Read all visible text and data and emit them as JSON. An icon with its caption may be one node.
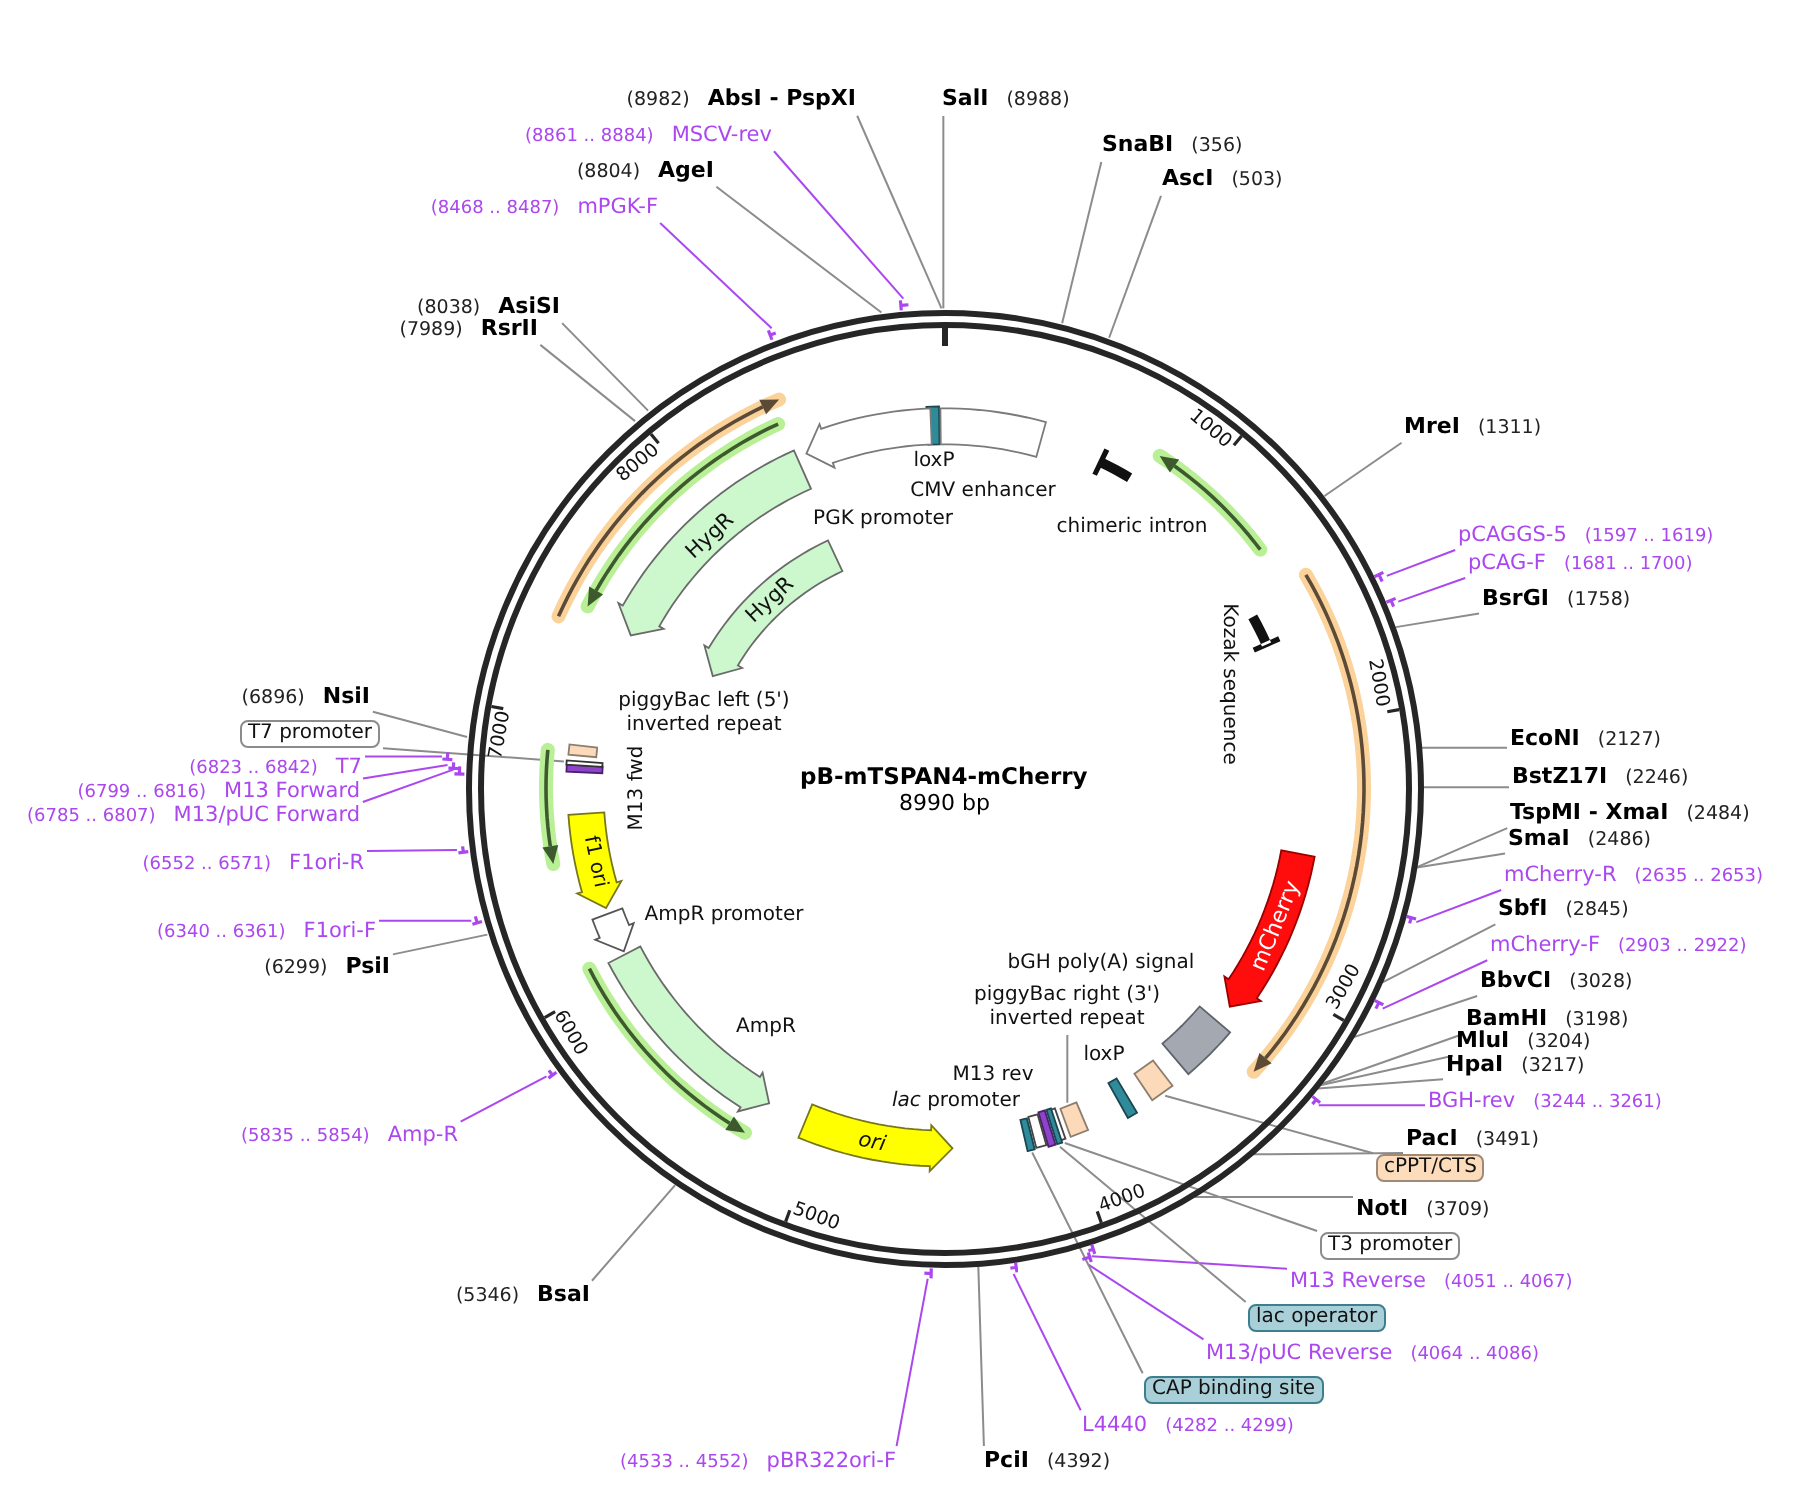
{
  "diagram": {
    "nodes": [
      {
        "text": [
          "pB-mTSPAN4-mCherry",
          "8990 bp"
        ]
      },
      {
        "text": [
          "loxP"
        ],
        "in": 0
      },
      {
        "text": [
          "CMV enhancer"
        ],
        "in": 0
      },
      {
        "text": [
          "chimeric intron"
        ],
        "in": 0
      },
      {
        "text": [
          "Kozak sequence"
        ],
        "in": 0
      },
      {
        "text": [
          "mCherry"
        ],
        "in": 0
      },
      {
        "text": [
          "bGH poly(A) signal"
        ],
        "in": 0
      },
      {
        "text": [],
        "shape": "box",
        "in": 0
      },
      {
        "text": [
          "loxP"
        ],
        "in": 0
      },
      {
        "text": [
          "piggyBac right (3') inverted repeat"
        ],
        "in": 0
      },
      {
        "text": [],
        "shape": "box",
        "in": 0
      },
      {
        "text": [],
        "shape": "box",
        "in": 0
      },
      {
        "text": [
          "M13 rev"
        ],
        "in": 0
      },
      {
        "text": [
          "*lac* promoter"
        ],
        "in": 0
      },
      {
        "text": [],
        "shape": "box",
        "in": 0
      },
      {
        "text": [
          "ori"
        ],
        "in": 0
      },
      {
        "text": [
          "AmpR"
        ],
        "in": 0
      },
      {
        "text": [
          "AmpR promoter"
        ],
        "in": 0
      },
      {
        "text": [
          "f1 ori"
        ],
        "in": 0
      },
      {
        "text": [
          "M13 fwd"
        ],
        "in": 0
      },
      {
        "text": [],
        "shape": "box",
        "in": 0
      },
      {
        "text": [
          "piggyBac left (5') inverted repeat"
        ],
        "in": 0
      },
      {
        "text": [
          "HygR"
        ],
        "in": 0
      },
      {
        "text": [
          "HygR"
        ],
        "in": 0
      },
      {
        "text": [
          "PGK promoter"
        ],
        "in": 0
      },
      {
        "text": [
          "SalI",
          "(8988)"
        ]
      },
      {
        "text": [
          "SnaBI",
          "(356)"
        ]
      },
      {
        "text": [
          "AscI",
          "(503)"
        ]
      },
      {
        "text": [
          "MreI",
          "(1311)"
        ]
      },
      {
        "text": [
          "pCAGGS-5",
          "(1597 .. 1619)"
        ]
      },
      {
        "text": [
          "pCAG-F",
          "(1681 .. 1700)"
        ]
      },
      {
        "text": [
          "BsrGI",
          "(1758)"
        ]
      },
      {
        "text": [
          "EcoNI",
          "(2127)"
        ]
      },
      {
        "text": [
          "BstZ17I",
          "(2246)"
        ]
      },
      {
        "text": [
          "TspMI - XmaI",
          "(2484)"
        ]
      },
      {
        "text": [
          "SmaI",
          "(2486)"
        ]
      },
      {
        "text": [
          "mCherry-R",
          "(2635 .. 2653)"
        ]
      },
      {
        "text": [
          "SbfI",
          "(2845)"
        ]
      },
      {
        "text": [
          "mCherry-F",
          "(2903 .. 2922)"
        ]
      },
      {
        "text": [
          "BbvCI",
          "(3028)"
        ]
      },
      {
        "text": [
          "BamHI",
          "(3198)"
        ]
      },
      {
        "text": [
          "MluI",
          "(3204)"
        ]
      },
      {
        "text": [
          "HpaI",
          "(3217)"
        ]
      },
      {
        "text": [
          "BGH-rev",
          "(3244 .. 3261)"
        ]
      },
      {
        "text": [
          "PacI",
          "(3491)"
        ]
      },
      {
        "text": [
          "cPPT/CTS"
        ]
      },
      {
        "text": [
          "NotI",
          "(3709)"
        ]
      },
      {
        "text": [
          "T3 promoter"
        ]
      },
      {
        "text": [
          "M13 Reverse",
          "(4051 .. 4067)"
        ]
      },
      {
        "text": [
          "lac operator"
        ]
      },
      {
        "text": [
          "M13/pUC Reverse",
          "(4064 .. 4086)"
        ]
      },
      {
        "text": [
          "CAP binding site"
        ]
      },
      {
        "text": [
          "L4440",
          "(4282 .. 4299)"
        ]
      },
      {
        "text": [
          "PciI",
          "(4392)"
        ]
      },
      {
        "text": [
          "(4533 .. 4552)",
          "pBR322ori-F"
        ]
      },
      {
        "text": [
          "(5346)",
          "BsaI"
        ]
      },
      {
        "text": [
          "(5835 .. 5854)",
          "Amp-R"
        ]
      },
      {
        "text": [
          "(6299)",
          "PsiI"
        ]
      },
      {
        "text": [
          "(6340 .. 6361)",
          "F1ori-F"
        ]
      },
      {
        "text": [
          "(6552 .. 6571)",
          "F1ori-R"
        ]
      },
      {
        "text": [
          "(6785 .. 6807)",
          "M13/pUC Forward"
        ]
      },
      {
        "text": [
          "(6799 .. 6816)",
          "M13 Forward"
        ]
      },
      {
        "text": [
          "(6823 .. 6842)",
          "T7"
        ]
      },
      {
        "text": [
          "T7 promoter"
        ]
      },
      {
        "text": [
          "(6896)",
          "NsiI"
        ]
      },
      {
        "text": [
          "(7989)",
          "RsrII"
        ]
      },
      {
        "text": [
          "(8038)",
          "AsiSI"
        ]
      },
      {
        "text": [
          "(8468 .. 8487)",
          "mPGK-F"
        ]
      },
      {
        "text": [
          "(8804)",
          "AgeI"
        ]
      },
      {
        "text": [
          "(8861 .. 8884)",
          "MSCV-rev"
        ]
      },
      {
        "text": [
          "(8982)",
          "AbsI - PspXI"
        ]
      },
      {
        "text": [],
        "shape": "bar"
      },
      {
        "text": [],
        "shape": "bar"
      },
      {
        "text": [],
        "shape": "bar"
      },
      {
        "text": [],
        "shape": "bar"
      },
      {
        "text": [],
        "shape": "bar"
      },
      {
        "text": [],
        "shape": "bar"
      },
      {
        "text": [],
        "shape": "bar"
      },
      {
        "text": [],
        "shape": "bar"
      },
      {
        "text": [],
        "shape": "bar"
      },
      {
        "text": [],
        "shape": "bar"
      },
      {
        "text": [],
        "shape": "bar"
      },
      {
        "text": [],
        "shape": "bar"
      },
      {
        "text": [],
        "shape": "bar"
      },
      {
        "text": [],
        "shape": "bar"
      },
      {
        "text": [],
        "shape": "bar"
      },
      {
        "text": [],
        "shape": "bar"
      },
      {
        "text": [],
        "shape": "bar"
      },
      {
        "text": [],
        "shape": "box",
        "in": 0
      }
    ],
    "edges": [
      {
        "from": 25,
        "to": 0,
        "arrow": "none"
      },
      {
        "from": 26,
        "to": 0,
        "arrow": "none"
      },
      {
        "from": 27,
        "to": 0,
        "arrow": "none"
      },
      {
        "from": 28,
        "to": 0,
        "arrow": "none"
      },
      {
        "from": 29,
        "to": 73,
        "arrow": "none",
        "color": "#ab47ef"
      },
      {
        "from": 30,
        "to": 74,
        "arrow": "none",
        "color": "#ab47ef"
      },
      {
        "from": 31,
        "to": 0,
        "arrow": "none"
      },
      {
        "from": 32,
        "to": 0,
        "arrow": "none"
      },
      {
        "from": 33,
        "to": 0,
        "arrow": "none"
      },
      {
        "from": 34,
        "to": 0,
        "arrow": "none"
      },
      {
        "from": 35,
        "to": 0,
        "arrow": "none"
      },
      {
        "from": 36,
        "to": 80,
        "arrow": "none",
        "color": "#ab47ef"
      },
      {
        "from": 37,
        "to": 0,
        "arrow": "none"
      },
      {
        "from": 38,
        "to": 81,
        "arrow": "none",
        "color": "#ab47ef"
      },
      {
        "from": 39,
        "to": 0,
        "arrow": "none"
      },
      {
        "from": 40,
        "to": 0,
        "arrow": "none"
      },
      {
        "from": 41,
        "to": 0,
        "arrow": "none"
      },
      {
        "from": 42,
        "to": 0,
        "arrow": "none"
      },
      {
        "from": 43,
        "to": 83,
        "arrow": "none",
        "color": "#ab47ef"
      },
      {
        "from": 44,
        "to": 0,
        "arrow": "none"
      },
      {
        "from": 45,
        "to": 7,
        "arrow": "none"
      },
      {
        "from": 46,
        "to": 0,
        "arrow": "none"
      },
      {
        "from": 47,
        "to": 10,
        "arrow": "none"
      },
      {
        "from": 48,
        "to": 84,
        "arrow": "none",
        "color": "#ab47ef"
      },
      {
        "from": 49,
        "to": 11,
        "arrow": "none"
      },
      {
        "from": 50,
        "to": 85,
        "arrow": "none",
        "color": "#ab47ef"
      },
      {
        "from": 51,
        "to": 14,
        "arrow": "none"
      },
      {
        "from": 52,
        "to": 86,
        "arrow": "none",
        "color": "#ab47ef"
      },
      {
        "from": 53,
        "to": 0,
        "arrow": "none"
      },
      {
        "from": 54,
        "to": 87,
        "arrow": "none",
        "color": "#ab47ef"
      },
      {
        "from": 55,
        "to": 0,
        "arrow": "none"
      },
      {
        "from": 56,
        "to": 82,
        "arrow": "none",
        "color": "#ab47ef"
      },
      {
        "from": 57,
        "to": 0,
        "arrow": "none"
      },
      {
        "from": 58,
        "to": 79,
        "arrow": "none",
        "color": "#ab47ef"
      },
      {
        "from": 59,
        "to": 78,
        "arrow": "none",
        "color": "#ab47ef"
      },
      {
        "from": 60,
        "to": 77,
        "arrow": "none",
        "color": "#ab47ef"
      },
      {
        "from": 61,
        "to": 76,
        "arrow": "none",
        "color": "#ab47ef"
      },
      {
        "from": 62,
        "to": 75,
        "arrow": "none",
        "color": "#ab47ef"
      },
      {
        "from": 63,
        "to": 20,
        "arrow": "none"
      },
      {
        "from": 64,
        "to": 0,
        "arrow": "none"
      },
      {
        "from": 65,
        "to": 0,
        "arrow": "none"
      },
      {
        "from": 66,
        "to": 0,
        "arrow": "none"
      },
      {
        "from": 67,
        "to": 72,
        "arrow": "none",
        "color": "#ab47ef"
      },
      {
        "from": 68,
        "to": 0,
        "arrow": "none"
      },
      {
        "from": 69,
        "to": 71,
        "arrow": "none",
        "color": "#ab47ef"
      },
      {
        "from": 70,
        "to": 0,
        "arrow": "none"
      },
      {
        "from": 9,
        "to": 88,
        "arrow": "none"
      }
    ],
    "labels": [
      "1000",
      "2000",
      "3000",
      "4000",
      "5000",
      "6000",
      "7000",
      "8000"
    ]
  }
}
